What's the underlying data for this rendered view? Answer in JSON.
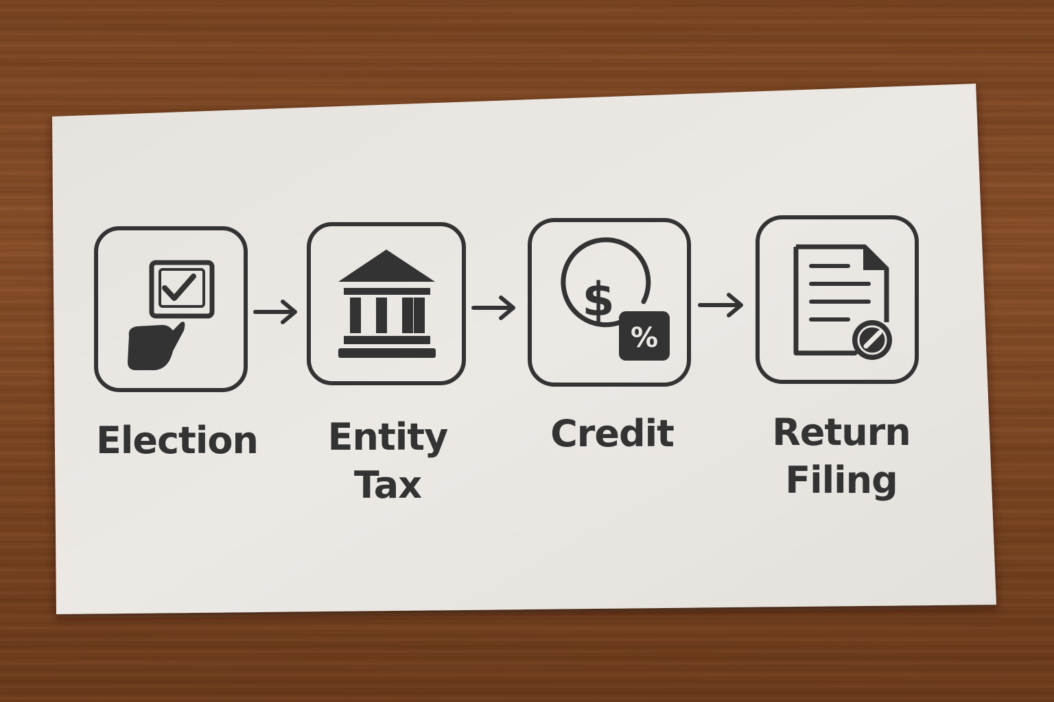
{
  "steps": [
    {
      "id": "election",
      "label_line1": "Election",
      "label_line2": "",
      "icon": "ballot-check-icon"
    },
    {
      "id": "entity-tax",
      "label_line1": "Entity",
      "label_line2": "Tax",
      "icon": "government-building-icon"
    },
    {
      "id": "credit",
      "label_line1": "Credit",
      "label_line2": "",
      "icon": "dollar-percent-icon"
    },
    {
      "id": "return-filing",
      "label_line1": "Return",
      "label_line2": "Filing",
      "icon": "document-edit-icon"
    }
  ],
  "colors": {
    "ink": "#333333",
    "card": "#e9e6e2",
    "wood": "#7c4622"
  }
}
